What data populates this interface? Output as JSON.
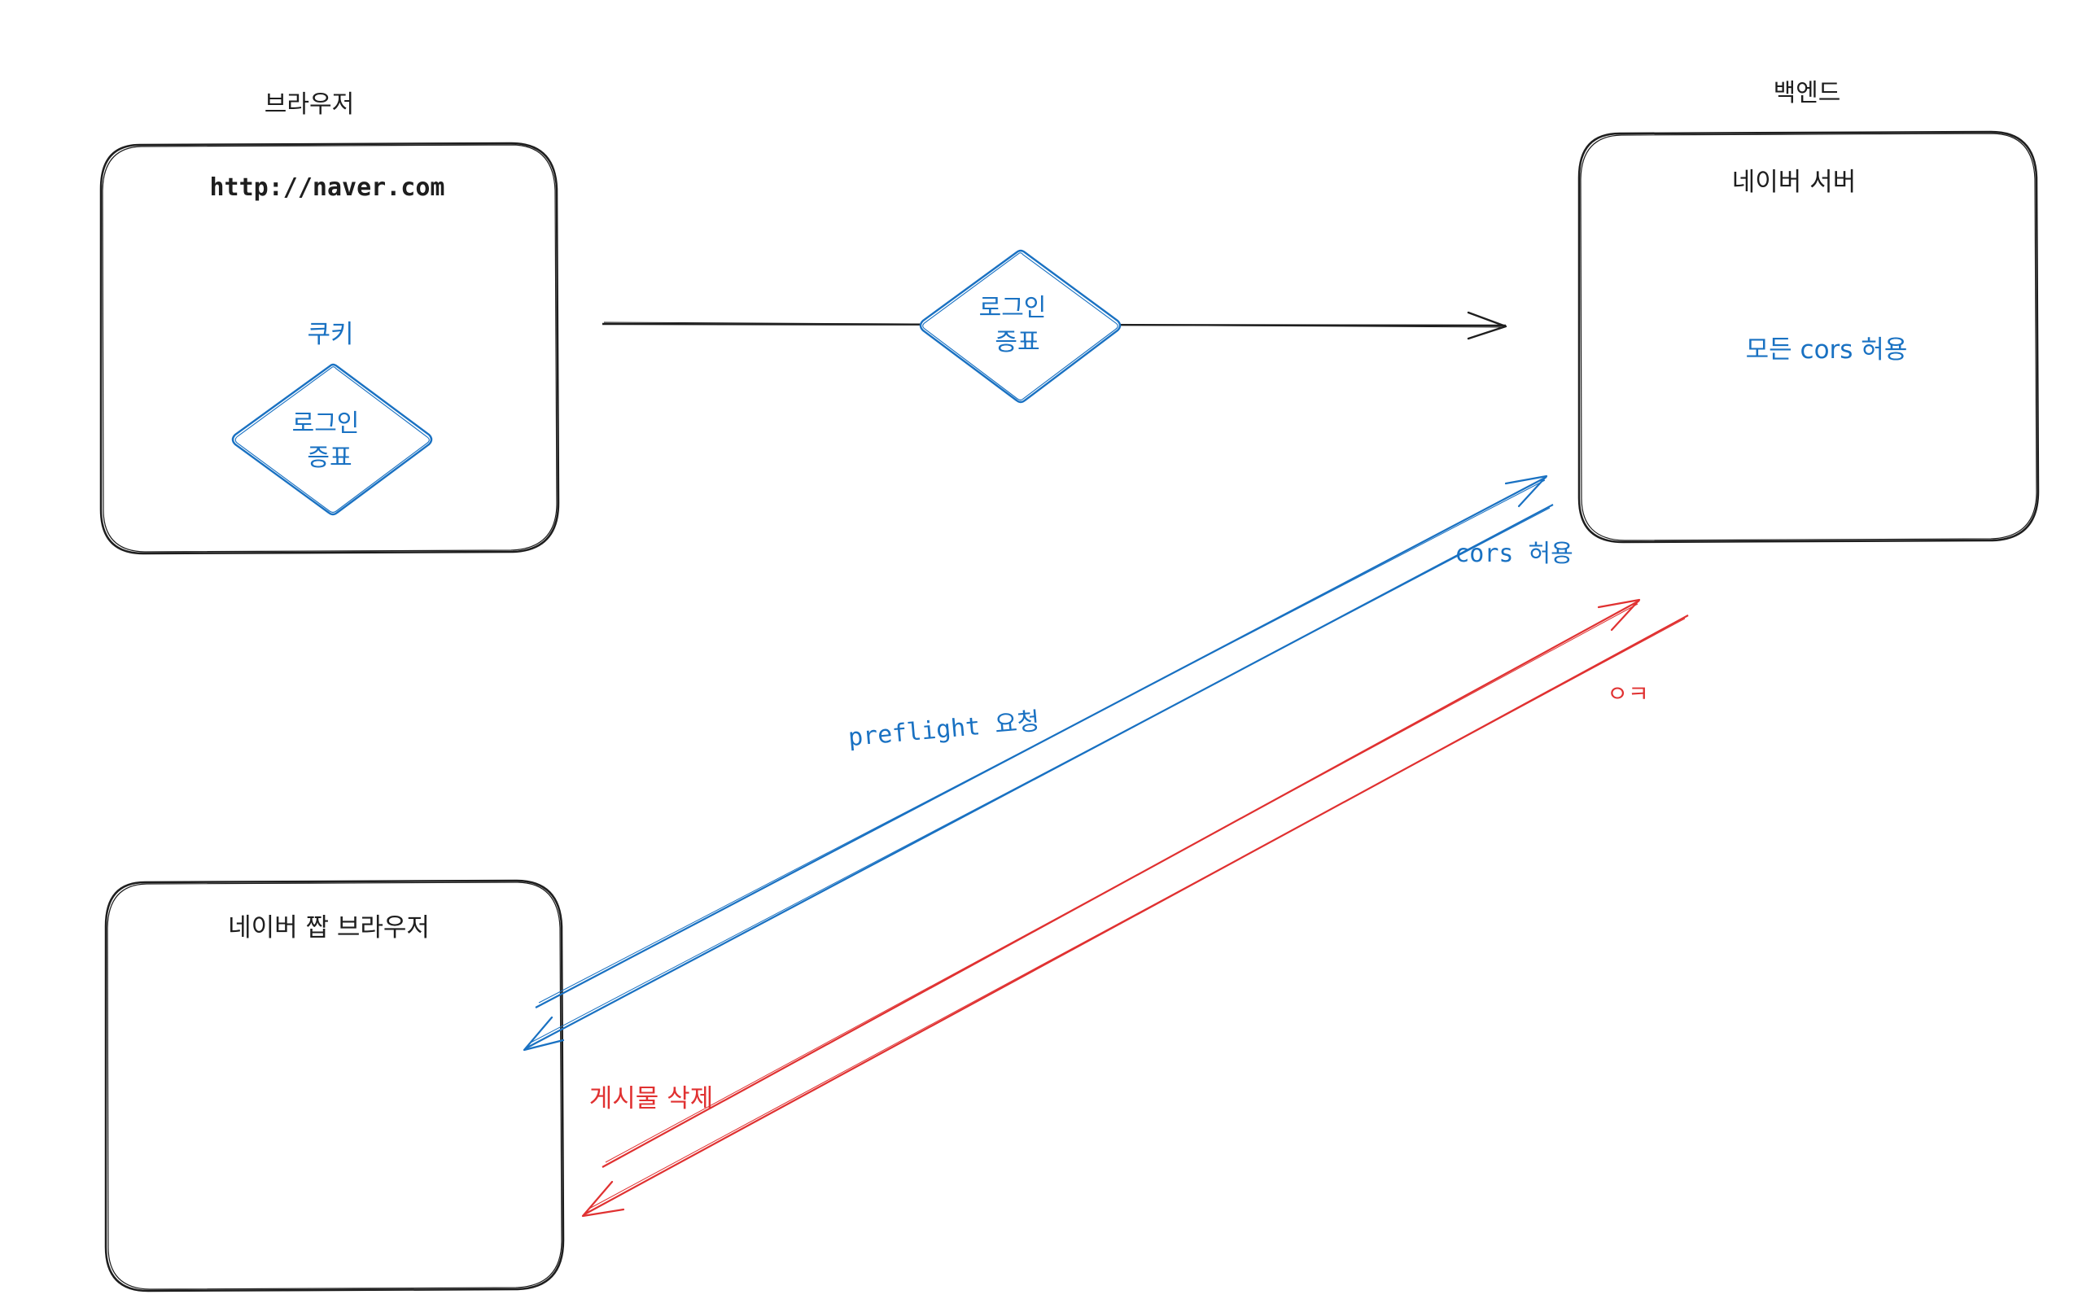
{
  "labels": {
    "browser_heading": "브라우저",
    "backend_heading": "백엔드",
    "browser_url": "http://naver.com",
    "cookie": "쿠키",
    "token_in_browser_line1": "로그인",
    "token_in_browser_line2": "증표",
    "token_on_arrow_line1": "로그인",
    "token_on_arrow_line2": "증표",
    "server_title": "네이버 서버",
    "server_cors_note": "모든 cors 허용",
    "fake_browser_title": "네이버 짭 브라우저",
    "preflight_request": "preflight 요청",
    "cors_allowed": "cors 허용",
    "delete_post": "게시물 삭제",
    "ok_reply": "ㅇㅋ"
  },
  "colors": {
    "ink": "#1e1e1e",
    "blue": "#1971c2",
    "red": "#e03131"
  }
}
